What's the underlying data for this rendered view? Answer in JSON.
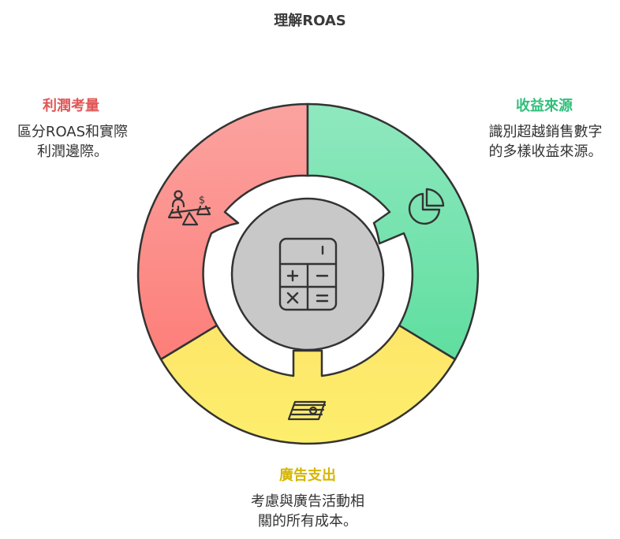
{
  "title": "理解ROAS",
  "sections": {
    "profit": {
      "heading": "利潤考量",
      "desc_line1": "區分ROAS和實際",
      "desc_line2": "利潤邊際。",
      "color": "#e05656"
    },
    "revenue": {
      "heading": "收益來源",
      "desc_line1": "識別超越銷售數字",
      "desc_line2": "的多樣收益來源。",
      "color": "#2fbf7a"
    },
    "spend": {
      "heading": "廣告支出",
      "desc_line1": "考慮與廣告活動相",
      "desc_line2": "關的所有成本。",
      "color": "#d6b600"
    }
  },
  "icons": {
    "center": "calculator-icon",
    "profit": "balance-scale-icon",
    "revenue": "pie-chart-icon",
    "spend": "money-stack-icon"
  }
}
